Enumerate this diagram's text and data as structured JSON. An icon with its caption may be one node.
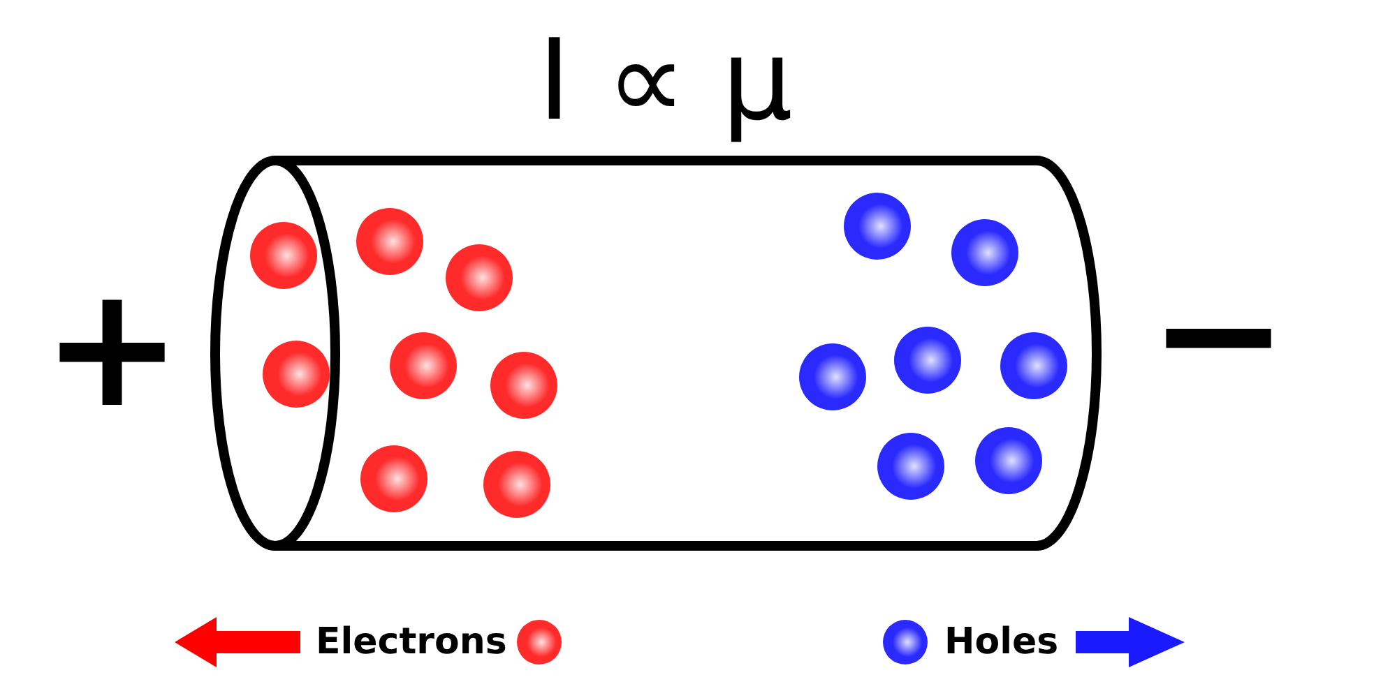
{
  "diagram": {
    "title": "I ∝ μ",
    "labels": [
      "+",
      "−"
    ],
    "legend": [
      {
        "text": "Electrons"
      },
      {
        "text": "Holes"
      }
    ]
  }
}
